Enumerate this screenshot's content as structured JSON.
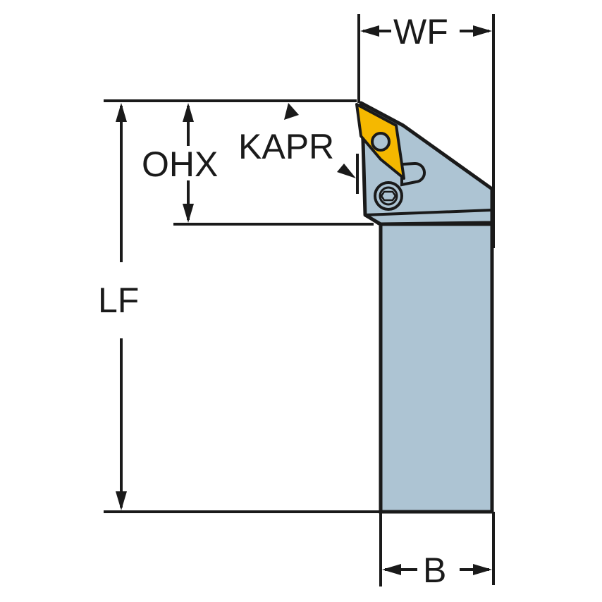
{
  "diagram": {
    "type": "turning-tool-holder-dimension-drawing",
    "labels": {
      "wf": "WF",
      "ohx": "OHX",
      "kapr": "KAPR",
      "lf": "LF",
      "b": "B"
    },
    "colors": {
      "holder": "#adc4d3",
      "insert": "#f5b800",
      "line": "#1a1a1a",
      "background": "#ffffff"
    }
  }
}
